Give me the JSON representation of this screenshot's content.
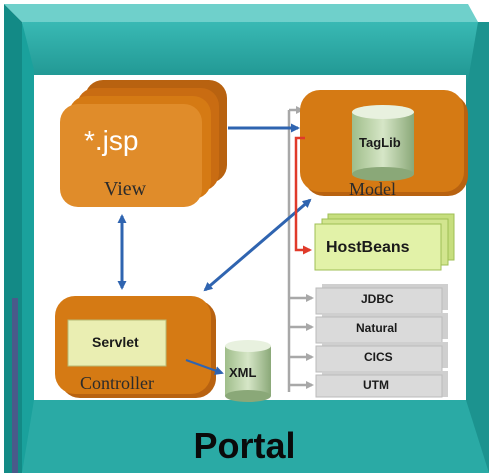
{
  "diagram": {
    "jsp_label": "*.jsp",
    "view_label": "View",
    "model_label": "Model",
    "taglib_label": "TagLib",
    "hostbeans_label": "HostBeans",
    "servlet_label": "Servlet",
    "controller_label": "Controller",
    "xml_label": "XML",
    "connectors": [
      "JDBC",
      "Natural",
      "CICS",
      "UTM"
    ],
    "portal_label": "Portal"
  },
  "colors": {
    "frame_teal": "#1f9e9a",
    "frame_dark_teal": "#0e6b69",
    "component_orange": "#d57a14",
    "hostbeans_lime": "#e2f2a8",
    "servlet_cream": "#eaeeb2",
    "connector_gray": "#dadada",
    "arrow_blue": "#2f64b0",
    "arrow_red": "#e03a2a",
    "arrow_gray": "#a8a8a8"
  }
}
